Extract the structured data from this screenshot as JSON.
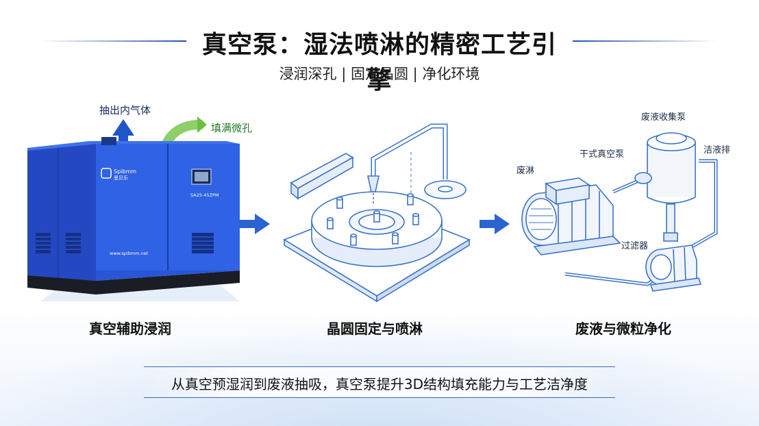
{
  "title": "真空泵：湿法喷淋的精密工艺引擎",
  "subtitle": "浸润深孔 | 固定晶圆 | 净化环境",
  "stage1": {
    "caption": "真空辅助浸润",
    "arrow_label": "抽出内气体",
    "fill_label": "填满微孔",
    "brand": "Spibmm",
    "brand_cn": "思贝乐",
    "model": "SA25-45ZPM",
    "website": "www.spibmm.net"
  },
  "stage2": {
    "caption": "晶圆固定与喷淋"
  },
  "stage3": {
    "caption": "废液与微粒净化",
    "labels": {
      "collect_pump": "废液收集泵",
      "dry_pump": "干式真空泵",
      "waste": "废淋",
      "clean_out": "洁液排",
      "filter": "过滤器"
    }
  },
  "footer": "从真空预湿润到废液抽吸，真空泵提升3D结构填充能力与工艺洁净度",
  "colors": {
    "accent": "#1e50aa",
    "machine_blue": "#2a56d6",
    "line_blue": "#3a72c8"
  }
}
